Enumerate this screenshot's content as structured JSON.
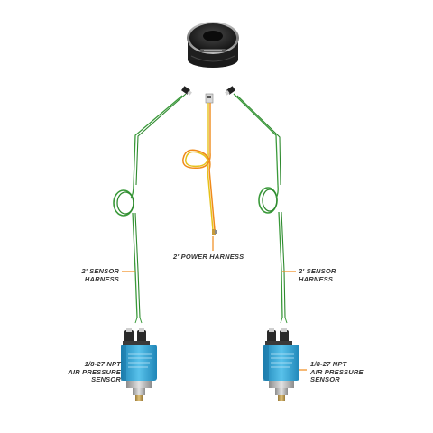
{
  "labels": {
    "power_harness": "2' POWER HARNESS",
    "sensor_harness_left": [
      "2' SENSOR",
      "HARNESS"
    ],
    "sensor_harness_right": [
      "2' SENSOR",
      "HARNESS"
    ],
    "sensor_left": [
      "1/8-27 NPT",
      "AIR PRESSURE",
      "SENSOR"
    ],
    "sensor_right": [
      "1/8-27 NPT",
      "AIR PRESSURE",
      "SENSOR"
    ]
  },
  "colors": {
    "background": "#ffffff",
    "sensor_wire": "#3a9a3a",
    "power_wire_orange": "#f08a1a",
    "power_wire_yellow": "#e6c21a",
    "callout_line": "#f08a1a",
    "sensor_body": "#3fa9d6",
    "gauge_body": "#2a2a2a",
    "text": "#333333"
  },
  "icons": {
    "gauge": "gauge-icon",
    "connector": "connector-icon",
    "pressure_sensor": "pressure-sensor-icon"
  }
}
